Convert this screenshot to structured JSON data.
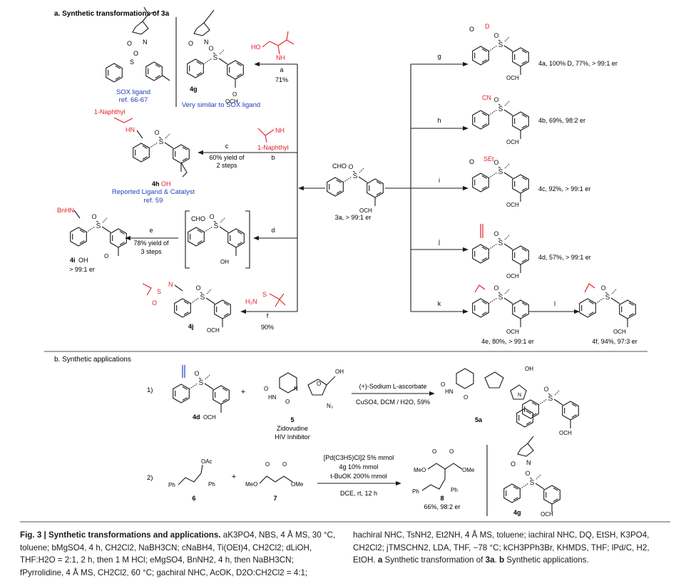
{
  "section_a": {
    "title": "a. Synthetic transformations of 3a",
    "sox_ligand": "SOX ligand",
    "sox_ref": "ref. 66-67",
    "g4_label": "4g",
    "g4_note": "Very similar to SOX ligand",
    "h4_label": "4h",
    "h4_note": "Reported Ligand & Catalyst",
    "h4_ref": "ref. 59",
    "i4_label": "4i",
    "i4_er": "> 99:1 er",
    "j4_label": "4j",
    "center_label": "3a, > 99:1 er",
    "step_a": "a",
    "step_a_yield": "71%",
    "step_c": "c",
    "step_c_yield_1": "60% yield of",
    "step_c_yield_2": "2 steps",
    "step_b": "b",
    "step_d": "d",
    "step_e": "e",
    "step_e_yield_1": "78% yield of",
    "step_e_yield_2": "3 steps",
    "step_f": "f",
    "step_f_yield": "90%",
    "step_g": "g",
    "step_h": "h",
    "step_i": "i",
    "step_j": "j",
    "step_k": "k",
    "step_l": "l",
    "reagent_1naphthyl": "1-Naphthyl",
    "res_4a": "4a, 100% D, 77%, > 99:1 er",
    "res_4b": "4b, 69%, 98:2 er",
    "res_4c": "4c, 92%, > 99:1 er",
    "res_4d": "4d, 57%, > 99:1 er",
    "res_4e": "4e, 80%, > 99:1 er",
    "res_4f": "4f, 94%, 97:3 er"
  },
  "section_b": {
    "title": "b. Synthetic applications",
    "eq1": "1)",
    "eq2": "2)",
    "d4_label": "4d",
    "c5_label": "5",
    "c5_name": "Zidovudine",
    "c5_desc": "HIV Inhibitor",
    "cond1_top": "(+)-Sodium L-ascorbate",
    "cond1_bottom": "CuSO4, DCM / H2O, 59%",
    "p5a_label": "5a",
    "c6_label": "6",
    "c7_label": "7",
    "cond2_l1": "[Pd(C3H5)Cl]2 5% mmol",
    "cond2_l2": "4g 10% mmol",
    "cond2_l3": "t-BuOK 200% mmol",
    "cond2_l4": "DCE, rt, 12 h",
    "p8_label": "8",
    "p8_result": "66%, 98:2 er",
    "g4_label_b": "4g"
  },
  "caption": {
    "fig_no": "Fig. 3 | Synthetic transformations and applications.",
    "body": " aK3PO4, NBS, 4 Å MS, 30 °C, toluene; bMgSO4, 4 h, CH2Cl2, NaBH3CN; cNaBH4, Ti(OEt)4, CH2Cl2; dLiOH, THF:H2O = 2:1, 2 h, then 1 M HCl; eMgSO4, BnNH2, 4 h, then NaBH3CN; fPyrrolidine, 4 Å MS, CH2Cl2, 60 °C; gachiral NHC, AcOK, D2O:CH2Cl2 = 4:1; hachiral NHC, TsNH2, Et2NH, 4 Å MS, toluene; iachiral NHC, DQ, EtSH, K3PO4, CH2Cl2; jTMSCHN2, LDA, THF, −78 °C; kCH3PPh3Br, KHMDS, THF; lPd/C, H2, EtOH.",
    "tail_bold_a": "a",
    "tail_1": " Synthetic transformation of ",
    "tail_bold_3a": "3a",
    "tail_2": ". ",
    "tail_bold_b": "b",
    "tail_3": " Synthetic applications."
  },
  "colors": {
    "ink": "#1a1a1a",
    "blue": "#1e3fb8",
    "red": "#e0202a"
  }
}
